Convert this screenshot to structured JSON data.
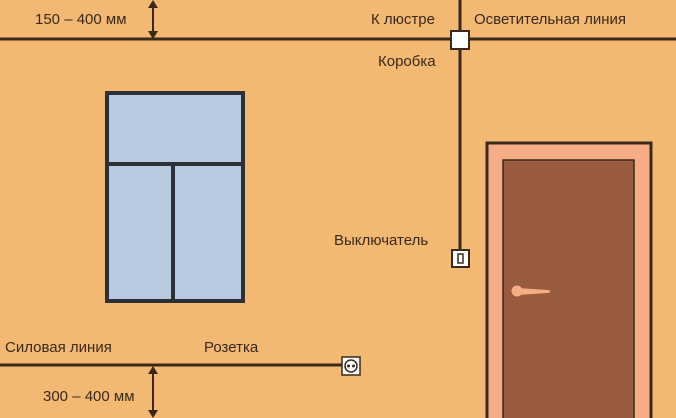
{
  "labels": {
    "top_dimension": "150 – 400 мм",
    "chandelier": "К люстре",
    "lighting_line": "Осветительная линия",
    "box": "Коробка",
    "switch": "Выключатель",
    "power_line": "Силовая линия",
    "socket": "Розетка",
    "bottom_dimension": "300 – 400 мм"
  },
  "colors": {
    "wall": "#f3b872",
    "wire": "#3a2a1a",
    "window_glass": "#b9c9df",
    "window_frame": "#2e3038",
    "door": "#9a5c3f",
    "door_frame": "#f6ad86",
    "box": "#ffffff"
  }
}
